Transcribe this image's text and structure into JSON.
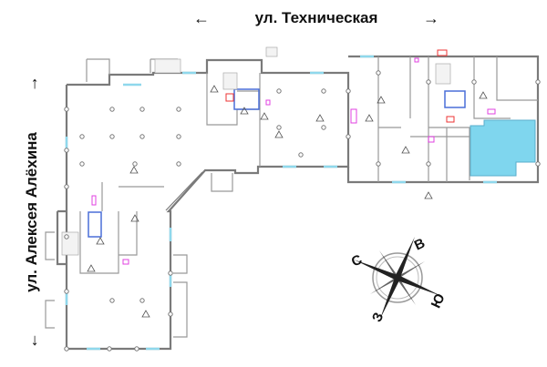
{
  "streets": {
    "top": {
      "label": "ул. Техническая",
      "arrow_left": "←",
      "arrow_right": "→"
    },
    "left": {
      "label": "ул. Алексея Алёхина",
      "arrow_up": "→",
      "arrow_down": "←"
    }
  },
  "compass": {
    "north": "С",
    "east": "В",
    "south": "Ю",
    "west": "З"
  },
  "colors": {
    "highlight": "#7fd6ee",
    "wall": "#7a7a7a",
    "accent_blue": "#4a6fd8",
    "accent_pink": "#e040e0"
  }
}
